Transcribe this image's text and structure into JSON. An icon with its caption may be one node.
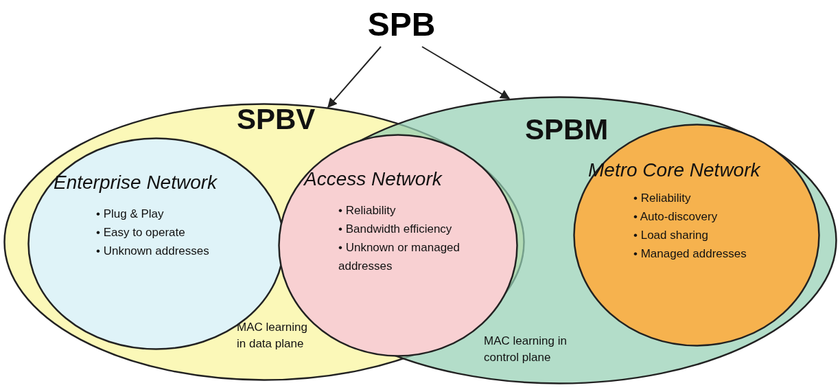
{
  "diagram": {
    "nodes": [
      {
        "text": [
          "SPB"
        ]
      },
      {
        "text": [
          "SPBV",
          "MAC learning in data plane"
        ]
      },
      {
        "text": [
          "SPBM",
          "MAC learning in control plane"
        ]
      },
      {
        "text": [
          "Enterprise Network",
          "• Plug & Play",
          "• Easy to operate",
          "• Unknown addresses"
        ],
        "in": 1
      },
      {
        "text": [
          "Access Network",
          "• Reliability",
          "• Bandwidth efficiency",
          "• Unknown or managed addresses"
        ]
      },
      {
        "text": [
          "Metro Core Network",
          "• Reliability",
          "• Auto-discovery",
          "• Load sharing",
          "• Managed addresses"
        ],
        "in": 2
      }
    ],
    "edges": [
      {
        "from": 0,
        "to": 1,
        "arrow": "to"
      },
      {
        "from": 0,
        "to": 2,
        "arrow": "to"
      }
    ]
  }
}
